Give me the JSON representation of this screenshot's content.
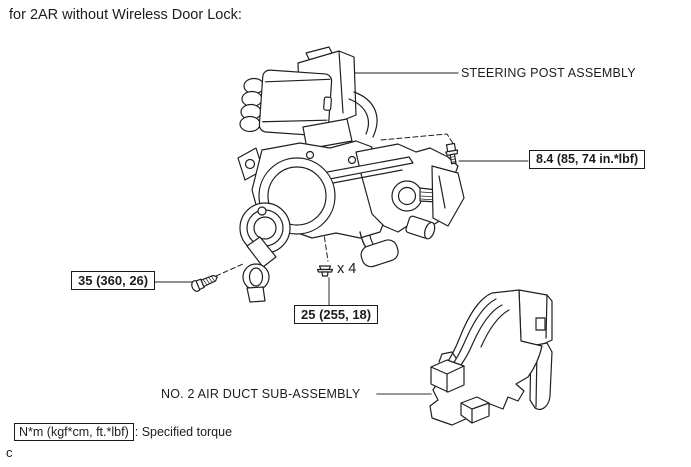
{
  "page": {
    "title": "for 2AR without Wireless Door Lock:",
    "footnote_marker": "c"
  },
  "callouts": {
    "steering_post": "STEERING POST ASSEMBLY",
    "air_duct": "NO. 2 AIR DUCT SUB-ASSEMBLY"
  },
  "torque_specs": {
    "upper_bolt": "8.4 (85, 74 in.*lbf)",
    "left_screw": "35 (360, 26)",
    "lower_nuts": "25 (255, 18)",
    "lower_nuts_quantity": "x 4"
  },
  "legend": {
    "unit_box": "N*m (kgf*cm, ft.*lbf)",
    "description": ": Specified torque"
  },
  "colors": {
    "line": "#231f20",
    "leader_gray": "#8a8a8a",
    "background": "#ffffff"
  }
}
